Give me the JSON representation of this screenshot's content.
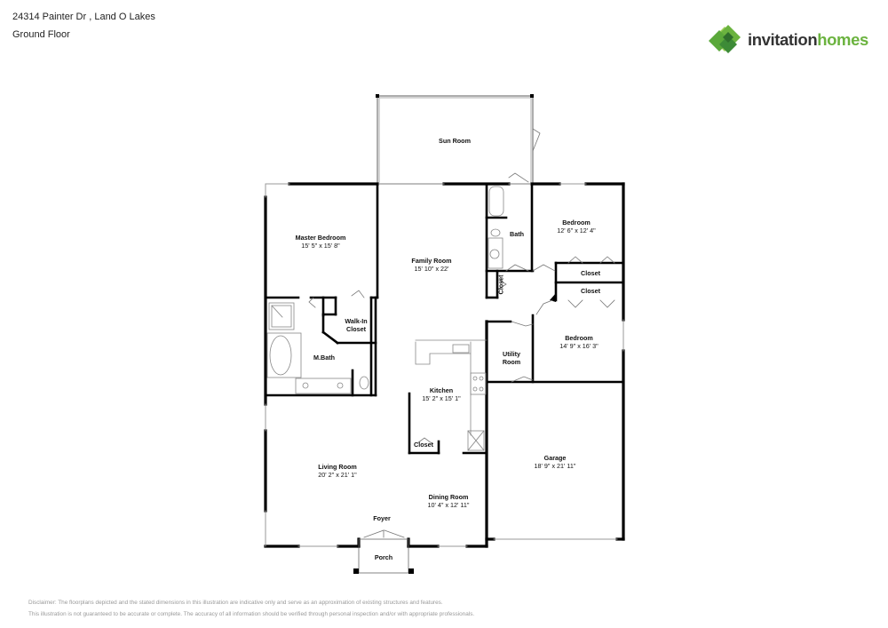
{
  "header": {
    "address": "24314 Painter Dr , Land O Lakes",
    "floor": "Ground Floor"
  },
  "logo": {
    "word1": "invitation",
    "word2": "homes",
    "colors": {
      "dark": "#333333",
      "green": "#6bb33f",
      "light_green": "#9fd05a",
      "deep_green": "#3d8b37"
    }
  },
  "rooms": {
    "sun_room": {
      "name": "Sun Room",
      "dims": ""
    },
    "master_bedroom": {
      "name": "Master Bedroom",
      "dims": "15' 5\" x 15' 8\""
    },
    "family_room": {
      "name": "Family Room",
      "dims": "15' 10\" x 22'"
    },
    "bath": {
      "name": "Bath",
      "dims": ""
    },
    "bedroom_1": {
      "name": "Bedroom",
      "dims": "12' 6\" x 12' 4\""
    },
    "closet_b1": {
      "name": "Closet",
      "dims": ""
    },
    "closet_b2": {
      "name": "Closet",
      "dims": ""
    },
    "closet_hall": {
      "name": "Closet",
      "dims": ""
    },
    "walk_in_closet": {
      "name": "Walk-In Closet",
      "line1": "Walk-In",
      "line2": "Closet"
    },
    "m_bath": {
      "name": "M.Bath",
      "dims": ""
    },
    "bedroom_2": {
      "name": "Bedroom",
      "dims": "14' 9\" x 16' 3\""
    },
    "utility_room": {
      "name": "Utility Room",
      "line1": "Utility",
      "line2": "Room"
    },
    "kitchen": {
      "name": "Kitchen",
      "dims": "15' 2\" x 15' 1\""
    },
    "closet_kitchen": {
      "name": "Closet",
      "dims": ""
    },
    "garage": {
      "name": "Garage",
      "dims": "18' 9\" x 21' 11\""
    },
    "living_room": {
      "name": "Living Room",
      "dims": "20' 2\" x 21' 1\""
    },
    "dining_room": {
      "name": "Dining Room",
      "dims": "10' 4\" x 12' 11\""
    },
    "foyer": {
      "name": "Foyer",
      "dims": ""
    },
    "porch": {
      "name": "Porch",
      "dims": ""
    }
  },
  "disclaimer": {
    "line1": "Disclaimer: The floorplans depicted and the stated dimensions in this illustration are indicative only and serve as an approximation of existing structures and features.",
    "line2": "This illustration is not guaranteed to be accurate or complete. The accuracy of all information should be verified through personal inspection and/or with appropriate professionals."
  }
}
